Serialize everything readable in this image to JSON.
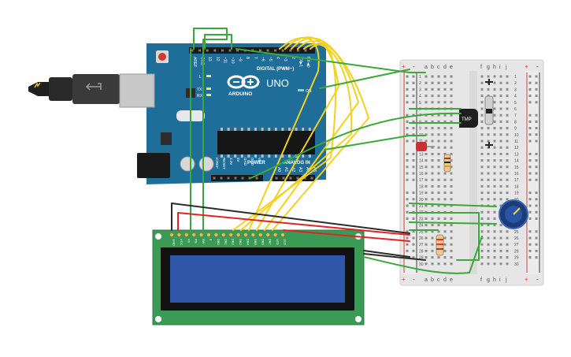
{
  "arduino": {
    "brand": "ARDUINO",
    "model": "UNO",
    "digital_header": "DIGITAL (PWM~)",
    "power_header": "POWER",
    "analog_header": "ANALOG IN",
    "on_label": "ON",
    "l_label": "L",
    "tx_label": "TX",
    "rx_label": "RX",
    "top_pins": [
      "AREF",
      "GND",
      "13",
      "12",
      "~11",
      "~10",
      "~9",
      "8",
      "7",
      "~6",
      "~5",
      "4",
      "~3",
      "2",
      "TX▶1",
      "RX◀0"
    ],
    "power_pins": [
      "IOREF",
      "RESET",
      "3.3V",
      "5V",
      "GND",
      "GND",
      "Vin"
    ],
    "analog_pins": [
      "A0",
      "A1",
      "A2",
      "A3",
      "A4",
      "A5"
    ]
  },
  "breadboard": {
    "columns_left": [
      "a",
      "b",
      "c",
      "d",
      "e"
    ],
    "columns_right": [
      "f",
      "g",
      "h",
      "i",
      "j"
    ],
    "plus": "+",
    "minus": "-",
    "row_numbers": [
      "1",
      "2",
      "3",
      "4",
      "5",
      "6",
      "7",
      "8",
      "9",
      "10",
      "11",
      "12",
      "13",
      "14",
      "15",
      "16",
      "17",
      "18",
      "19",
      "20",
      "21",
      "22",
      "23",
      "24",
      "25",
      "26",
      "27",
      "28",
      "29",
      "30"
    ]
  },
  "sensor": {
    "label": "TMP"
  },
  "lcd": {
    "pin_labels": [
      "GND",
      "VCC",
      "V0",
      "RS",
      "RW",
      "E",
      "DB0",
      "DB1",
      "DB2",
      "DB3",
      "DB4",
      "DB5",
      "DB6",
      "DB7",
      "LED",
      "LED"
    ]
  },
  "colors": {
    "board": "#1f6e99",
    "wire_yellow": "#f2d11f",
    "wire_green": "#3aa83a",
    "wire_red": "#e02424",
    "wire_black": "#2b2b2b",
    "lcd_pcb": "#3b9a56",
    "lcd_screen": "#2f56a8",
    "breadboard": "#e9e9e9"
  }
}
